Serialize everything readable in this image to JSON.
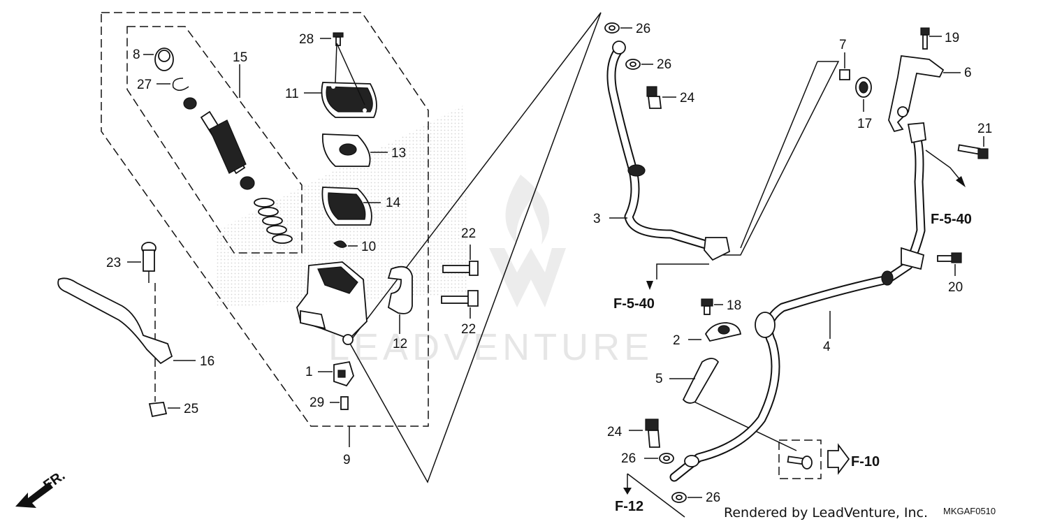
{
  "diagram": {
    "part_labels": {
      "p1": "1",
      "p2": "2",
      "p3": "3",
      "p4": "4",
      "p5": "5",
      "p6": "6",
      "p7": "7",
      "p8": "8",
      "p9": "9",
      "p10": "10",
      "p11": "11",
      "p12": "12",
      "p13": "13",
      "p14": "14",
      "p15": "15",
      "p16": "16",
      "p17": "17",
      "p18": "18",
      "p19": "19",
      "p20": "20",
      "p21": "21",
      "p22a": "22",
      "p22b": "22",
      "p23": "23",
      "p24a": "24",
      "p24b": "24",
      "p25": "25",
      "p26a": "26",
      "p26b": "26",
      "p26c": "26",
      "p26d": "26",
      "p27": "27",
      "p28": "28",
      "p29": "29"
    },
    "references": {
      "f540_left": "F-5-40",
      "f540_right": "F-5-40",
      "f10": "F-10",
      "f12": "F-12"
    },
    "front_marker": "FR.",
    "watermark": "LEADVENTURE",
    "footer": {
      "rendered_by": "Rendered by LeadVenture, Inc.",
      "diagram_code": "MKGAF0510"
    }
  }
}
